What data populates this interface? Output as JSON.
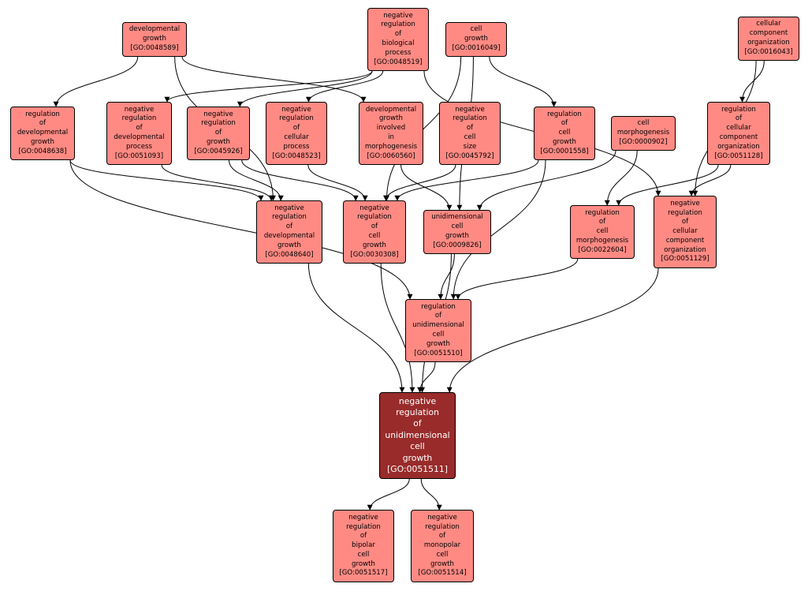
{
  "colors": {
    "node_fill": "#ff8a84",
    "focus_fill": "#992b2b",
    "edge": "#000000"
  },
  "nodes": [
    {
      "id": "GO:0048589",
      "lines": [
        "developmental",
        "growth",
        "[GO:0048589]"
      ]
    },
    {
      "id": "GO:0048519",
      "lines": [
        "negative",
        "regulation",
        "of",
        "biological",
        "process",
        "[GO:0048519]"
      ]
    },
    {
      "id": "GO:0016049",
      "lines": [
        "cell",
        "growth",
        "[GO:0016049]"
      ]
    },
    {
      "id": "GO:0016043",
      "lines": [
        "cellular",
        "component",
        "organization",
        "[GO:0016043]"
      ]
    },
    {
      "id": "GO:0048638",
      "lines": [
        "regulation",
        "of",
        "developmental",
        "growth",
        "[GO:0048638]"
      ]
    },
    {
      "id": "GO:0051093",
      "lines": [
        "negative",
        "regulation",
        "of",
        "developmental",
        "process",
        "[GO:0051093]"
      ]
    },
    {
      "id": "GO:0045926",
      "lines": [
        "negative",
        "regulation",
        "of",
        "growth",
        "[GO:0045926]"
      ]
    },
    {
      "id": "GO:0048523",
      "lines": [
        "negative",
        "regulation",
        "of",
        "cellular",
        "process",
        "[GO:0048523]"
      ]
    },
    {
      "id": "GO:0060560",
      "lines": [
        "developmental",
        "growth",
        "involved",
        "in",
        "morphogenesis",
        "[GO:0060560]"
      ]
    },
    {
      "id": "GO:0045792",
      "lines": [
        "negative",
        "regulation",
        "of",
        "cell",
        "size",
        "[GO:0045792]"
      ]
    },
    {
      "id": "GO:0001558",
      "lines": [
        "regulation",
        "of",
        "cell",
        "growth",
        "[GO:0001558]"
      ]
    },
    {
      "id": "GO:0000902",
      "lines": [
        "cell",
        "morphogenesis",
        "[GO:0000902]"
      ]
    },
    {
      "id": "GO:0051128",
      "lines": [
        "regulation",
        "of",
        "cellular",
        "component",
        "organization",
        "[GO:0051128]"
      ]
    },
    {
      "id": "GO:0048640",
      "lines": [
        "negative",
        "regulation",
        "of",
        "developmental",
        "growth",
        "[GO:0048640]"
      ]
    },
    {
      "id": "GO:0030308",
      "lines": [
        "negative",
        "regulation",
        "of",
        "cell",
        "growth",
        "[GO:0030308]"
      ]
    },
    {
      "id": "GO:0009826",
      "lines": [
        "unidimensional",
        "cell",
        "growth",
        "[GO:0009826]"
      ]
    },
    {
      "id": "GO:0022604",
      "lines": [
        "regulation",
        "of",
        "cell",
        "morphogenesis",
        "[GO:0022604]"
      ]
    },
    {
      "id": "GO:0051129",
      "lines": [
        "negative",
        "regulation",
        "of",
        "cellular",
        "component",
        "organization",
        "[GO:0051129]"
      ]
    },
    {
      "id": "GO:0051510",
      "lines": [
        "regulation",
        "of",
        "unidimensional",
        "cell",
        "growth",
        "[GO:0051510]"
      ]
    },
    {
      "id": "GO:0051511",
      "focus": true,
      "lines": [
        "negative",
        "regulation",
        "of",
        "unidimensional",
        "cell",
        "growth",
        "[GO:0051511]"
      ]
    },
    {
      "id": "GO:0051517",
      "lines": [
        "negative",
        "regulation",
        "of",
        "bipolar",
        "cell",
        "growth",
        "[GO:0051517]"
      ]
    },
    {
      "id": "GO:0051514",
      "lines": [
        "negative",
        "regulation",
        "of",
        "monopolar",
        "cell",
        "growth",
        "[GO:0051514]"
      ]
    }
  ],
  "edges": [
    [
      "GO:0048589",
      "GO:0048638"
    ],
    [
      "GO:0048589",
      "GO:0060560"
    ],
    [
      "GO:0048589",
      "GO:0048640"
    ],
    [
      "GO:0048519",
      "GO:0051093"
    ],
    [
      "GO:0048519",
      "GO:0045926"
    ],
    [
      "GO:0048519",
      "GO:0048523"
    ],
    [
      "GO:0048519",
      "GO:0051129"
    ],
    [
      "GO:0016049",
      "GO:0001558"
    ],
    [
      "GO:0016049",
      "GO:0009826"
    ],
    [
      "GO:0016049",
      "GO:0030308"
    ],
    [
      "GO:0016043",
      "GO:0051128"
    ],
    [
      "GO:0016043",
      "GO:0051129"
    ],
    [
      "GO:0048638",
      "GO:0048640"
    ],
    [
      "GO:0048638",
      "GO:0051510"
    ],
    [
      "GO:0051093",
      "GO:0048640"
    ],
    [
      "GO:0045926",
      "GO:0048640"
    ],
    [
      "GO:0045926",
      "GO:0030308"
    ],
    [
      "GO:0048523",
      "GO:0030308"
    ],
    [
      "GO:0060560",
      "GO:0009826"
    ],
    [
      "GO:0045792",
      "GO:0030308"
    ],
    [
      "GO:0001558",
      "GO:0030308"
    ],
    [
      "GO:0001558",
      "GO:0051510"
    ],
    [
      "GO:0000902",
      "GO:0009826"
    ],
    [
      "GO:0000902",
      "GO:0022604"
    ],
    [
      "GO:0051128",
      "GO:0022604"
    ],
    [
      "GO:0051128",
      "GO:0051129"
    ],
    [
      "GO:0048640",
      "GO:0051511"
    ],
    [
      "GO:0030308",
      "GO:0051511"
    ],
    [
      "GO:0009826",
      "GO:0051510"
    ],
    [
      "GO:0009826",
      "GO:0051511"
    ],
    [
      "GO:0022604",
      "GO:0051510"
    ],
    [
      "GO:0051129",
      "GO:0051511"
    ],
    [
      "GO:0051510",
      "GO:0051511"
    ],
    [
      "GO:0051511",
      "GO:0051517"
    ],
    [
      "GO:0051511",
      "GO:0051514"
    ]
  ]
}
